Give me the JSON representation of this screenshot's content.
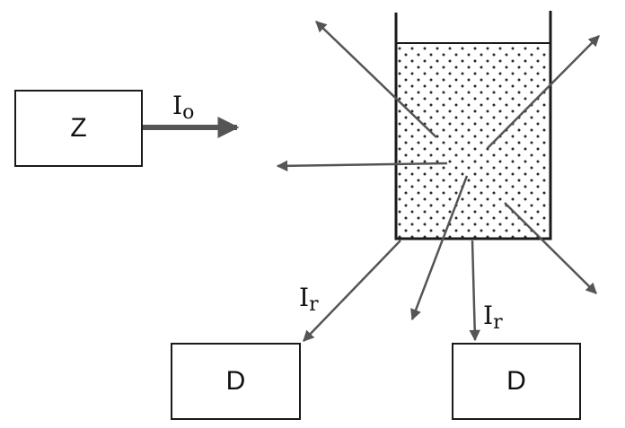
{
  "source_box": {
    "label": "Z"
  },
  "detector_left": {
    "label": "D"
  },
  "detector_right": {
    "label": "D"
  },
  "incident_beam": {
    "symbol": "I",
    "subscript": "o"
  },
  "scattered_left": {
    "symbol": "I",
    "subscript": "r"
  },
  "scattered_right": {
    "symbol": "I",
    "subscript": "r"
  },
  "colors": {
    "line": "#1a1a1a",
    "arrow": "#555555",
    "dots": "#2a2a2a"
  }
}
